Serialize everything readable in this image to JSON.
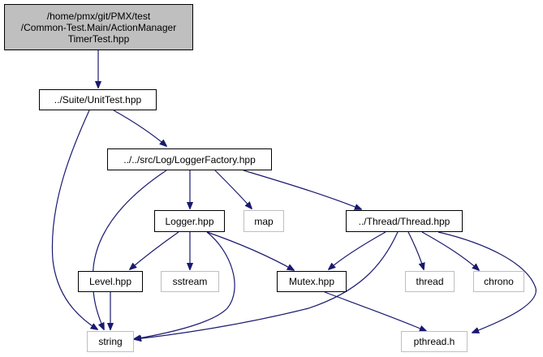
{
  "colors": {
    "edge": "#191970",
    "root_fill": "#bfbfbf",
    "external_border": "#bfbfbf",
    "node_border": "#000000"
  },
  "nodes": {
    "root": {
      "line1": "/home/pmx/git/PMX/test",
      "line2": "/Common-Test.Main/ActionManager",
      "line3": "TimerTest.hpp"
    },
    "unittest": "../Suite/UnitTest.hpp",
    "loggerfactory": "../../src/Log/LoggerFactory.hpp",
    "logger": "Logger.hpp",
    "map": "map",
    "thread_hpp": "../Thread/Thread.hpp",
    "level": "Level.hpp",
    "sstream": "sstream",
    "mutex": "Mutex.hpp",
    "thread": "thread",
    "chrono": "chrono",
    "string": "string",
    "pthread": "pthread.h"
  }
}
